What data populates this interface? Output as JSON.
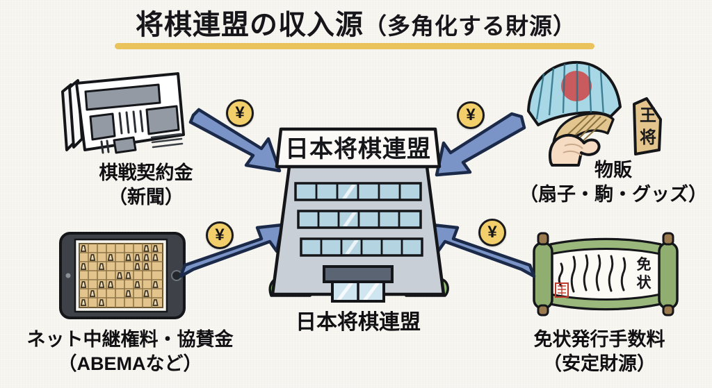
{
  "page": {
    "background_color": "#f7f6f1",
    "title": {
      "main": "将棋連盟の収入源",
      "sub": "（多角化する財源）",
      "underline_color": "#ebc35c"
    }
  },
  "center": {
    "sign_text": "日本将棋連盟",
    "caption": "日本将棋連盟",
    "icon": "building-icon"
  },
  "sources": [
    {
      "id": "kisen-keiyakukin",
      "position": "top-left",
      "icon": "newspaper-icon",
      "label_line1": "棋戦契約金",
      "label_line2": "（新聞）",
      "coin_symbol": "¥",
      "arrow_direction": "down-right"
    },
    {
      "id": "net-chukei-kenryo",
      "position": "bottom-left",
      "icon": "tablet-shogi-icon",
      "label_line1": "ネット中継権料・協賛金",
      "label_line2": "（ABEMAなど）",
      "coin_symbol": "¥",
      "arrow_direction": "up-right"
    },
    {
      "id": "buppan",
      "position": "top-right",
      "icon": "hand-holding-fan-icon",
      "label_line1": "物販",
      "label_line2": "（扇子・駒・グッズ）",
      "coin_symbol": "¥",
      "arrow_direction": "down-left",
      "extra_icon": "shogi-piece-icon",
      "extra_icon_text_line1": "王",
      "extra_icon_text_line2": "将"
    },
    {
      "id": "menjo-hakko-tesuryo",
      "position": "bottom-right",
      "icon": "scroll-certificate-icon",
      "label_line1": "免状発行手数料",
      "label_line2": "（安定財源）",
      "coin_symbol": "¥",
      "arrow_direction": "up-left",
      "scroll_text": "免状"
    }
  ],
  "colors": {
    "arrow_fill": "#7a94c8",
    "arrow_stroke": "#1c2a4a",
    "coin_fill": "#f3cf6b",
    "coin_stroke": "#1a1a1c",
    "building_wall": "#c9cfd6",
    "building_window": "#bcdbe8",
    "scroll_green": "#89a86a",
    "fan_blue": "#a8d8e6",
    "fan_red": "#cf4444",
    "piece_tan": "#e2c48c",
    "bush_green": "#8cc06a"
  }
}
